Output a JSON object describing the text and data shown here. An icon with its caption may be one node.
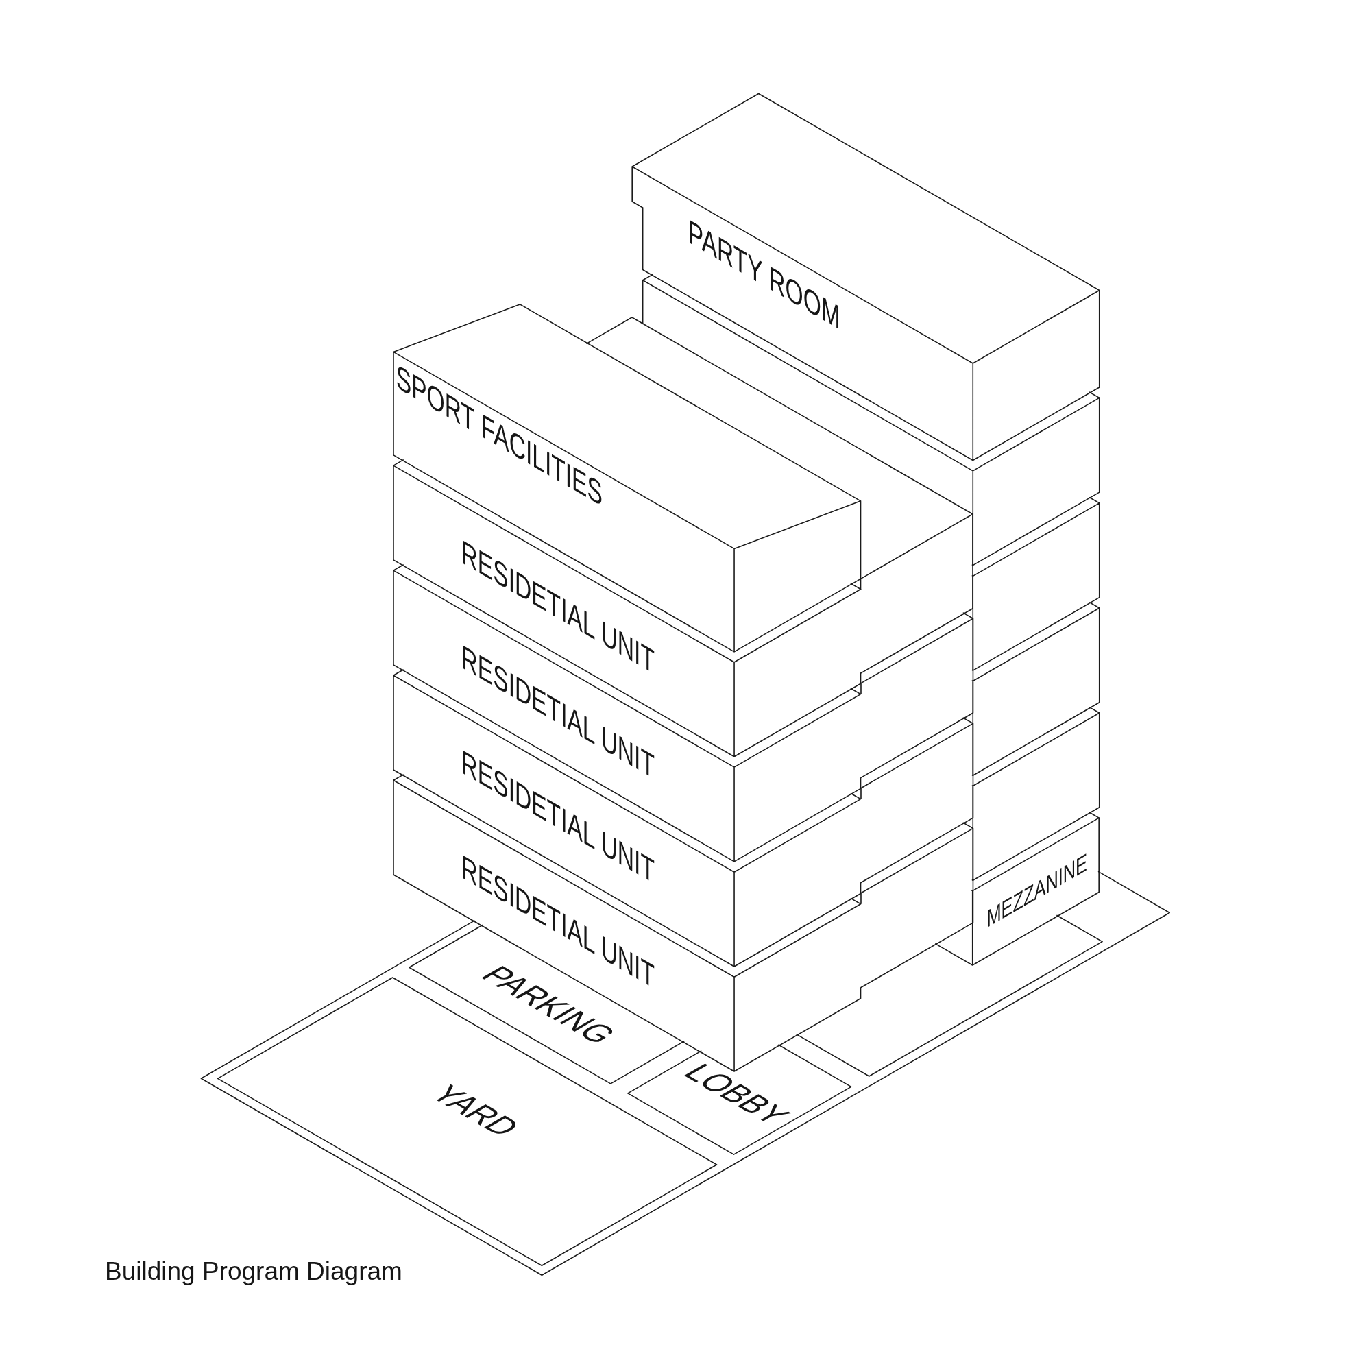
{
  "diagram": {
    "caption": "Building Program Diagram",
    "nodes": [
      {
        "text": [
          "PARTY ROOM"
        ]
      },
      {
        "text": [
          "SPORT FACILITIES"
        ]
      },
      {
        "text": [
          "RESIDETIAL UNIT"
        ]
      },
      {
        "text": [
          "RESIDETIAL UNIT"
        ]
      },
      {
        "text": [
          "RESIDETIAL UNIT"
        ]
      },
      {
        "text": [
          "RESIDETIAL UNIT"
        ]
      },
      {
        "text": [],
        "shape": "box"
      },
      {
        "text": [],
        "shape": "box"
      },
      {
        "text": [],
        "shape": "box"
      },
      {
        "text": [],
        "shape": "box"
      },
      {
        "text": [],
        "shape": "box"
      },
      {
        "text": [],
        "shape": "box"
      },
      {
        "text": [],
        "shape": "box"
      },
      {
        "text": [
          "MEZZANINE"
        ]
      },
      {
        "text": [],
        "shape": "box"
      },
      {
        "text": [
          "PARKING"
        ]
      },
      {
        "text": [
          "LOBBY"
        ]
      },
      {
        "text": [
          "YARD"
        ]
      }
    ]
  }
}
